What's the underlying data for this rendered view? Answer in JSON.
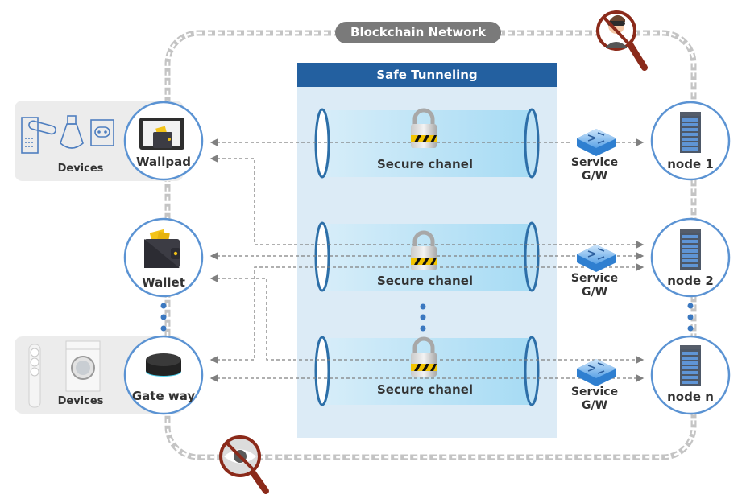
{
  "title": "Blockchain Network",
  "tunnel": {
    "header": "Safe Tunneling",
    "channels": [
      {
        "label": "Secure chanel"
      },
      {
        "label": "Secure chanel"
      },
      {
        "label": "Secure chanel"
      }
    ]
  },
  "clients": [
    {
      "label": "Wallpad",
      "icon": "tablet-wallet-icon"
    },
    {
      "label": "Wallet",
      "icon": "wallet-icon"
    },
    {
      "label": "Gate way",
      "icon": "gateway-hub-icon"
    }
  ],
  "device_groups": [
    {
      "label": "Devices",
      "icons": [
        "door-lock-icon",
        "smart-bulb-icon",
        "smart-plug-icon"
      ]
    },
    {
      "label": "Devices",
      "icons": [
        "air-purifier-icon",
        "washing-machine-icon"
      ]
    }
  ],
  "gateways": [
    {
      "label_line1": "Service",
      "label_line2": "G/W"
    },
    {
      "label_line1": "Service",
      "label_line2": "G/W"
    },
    {
      "label_line1": "Service",
      "label_line2": "G/W"
    }
  ],
  "nodes": [
    {
      "label": "node 1"
    },
    {
      "label": "node 2"
    },
    {
      "label": "node n"
    }
  ],
  "threats": [
    {
      "name": "no-hacker-icon"
    },
    {
      "name": "no-eavesdrop-icon"
    }
  ],
  "colors": {
    "circle_stroke": "#5b93d3",
    "header_blue": "#2360a0",
    "panel_bg": "#dcebf6",
    "prohibit_red": "#8b2a1a",
    "chain_gray": "#b8b8b8",
    "arrow_gray": "#808080"
  }
}
